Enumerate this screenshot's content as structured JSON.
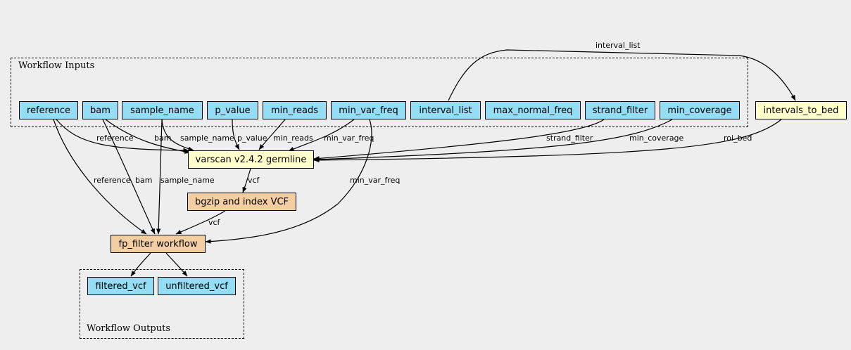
{
  "clusters": {
    "inputs_label": "Workflow Inputs",
    "outputs_label": "Workflow Outputs"
  },
  "inputs": {
    "reference": "reference",
    "bam": "bam",
    "sample_name": "sample_name",
    "p_value": "p_value",
    "min_reads": "min_reads",
    "min_var_freq": "min_var_freq",
    "interval_list": "interval_list",
    "max_normal_freq": "max_normal_freq",
    "strand_filter": "strand_filter",
    "min_coverage": "min_coverage"
  },
  "steps": {
    "intervals_to_bed": "intervals_to_bed",
    "varscan": "varscan v2.4.2 germline",
    "bgzip": "bgzip and index VCF",
    "fp_filter": "fp_filter workflow"
  },
  "outputs": {
    "filtered_vcf": "filtered_vcf",
    "unfiltered_vcf": "unfiltered_vcf"
  },
  "edge_labels": {
    "interval_list": "interval_list",
    "reference_varscan": "reference",
    "bam_varscan": "bam",
    "sample_name_varscan": "sample_name",
    "p_value": "p_value",
    "min_reads": "min_reads",
    "min_var_freq_varscan": "min_var_freq",
    "strand_filter": "strand_filter",
    "min_coverage": "min_coverage",
    "roi_bed": "roi_bed",
    "vcf_bgzip": "vcf",
    "vcf_fp": "vcf",
    "reference_fp": "reference",
    "bam_fp": "bam",
    "sample_name_fp": "sample_name",
    "min_var_freq_fp": "min_var_freq"
  },
  "colors": {
    "input_fill": "#94ddf4",
    "step_fill": "#ffffcc",
    "subworkflow_fill": "#f3cea1",
    "background": "#eeeeee"
  }
}
